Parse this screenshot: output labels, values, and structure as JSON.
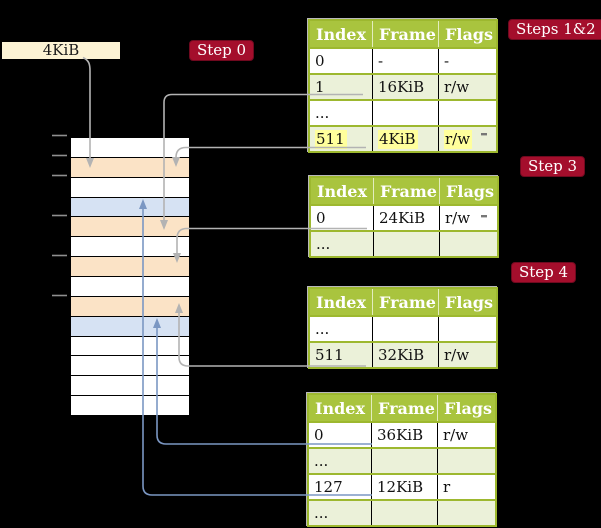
{
  "size_label": "4KiB",
  "badges": {
    "step0": "Step 0",
    "steps12": "Steps 1&2",
    "step3": "Step 3",
    "step4": "Step 4"
  },
  "memory_column": {
    "rows": [
      "white",
      "orange",
      "white",
      "blue",
      "orange",
      "white",
      "orange",
      "white",
      "orange",
      "blue",
      "white",
      "white",
      "white",
      "white"
    ]
  },
  "tables": {
    "headers": [
      "Index",
      "Frame",
      "Flags"
    ],
    "level1": {
      "rows": [
        {
          "index": "0",
          "frame": "-",
          "flags": "-"
        },
        {
          "index": "1",
          "frame": "16KiB",
          "flags": "r/w"
        },
        {
          "index": "...",
          "frame": "",
          "flags": ""
        },
        {
          "index": "511",
          "frame": "4KiB",
          "flags": "r/w"
        }
      ]
    },
    "level2": {
      "rows": [
        {
          "index": "0",
          "frame": "24KiB",
          "flags": "r/w"
        },
        {
          "index": "...",
          "frame": "",
          "flags": ""
        }
      ]
    },
    "level3": {
      "rows": [
        {
          "index": "...",
          "frame": "",
          "flags": ""
        },
        {
          "index": "511",
          "frame": "32KiB",
          "flags": "r/w"
        }
      ]
    },
    "level4": {
      "rows": [
        {
          "index": "0",
          "frame": "36KiB",
          "flags": "r/w"
        },
        {
          "index": "...",
          "frame": "",
          "flags": ""
        },
        {
          "index": "127",
          "frame": "12KiB",
          "flags": "r"
        },
        {
          "index": "...",
          "frame": "",
          "flags": ""
        }
      ]
    }
  },
  "colors": {
    "page-bg": "#000000",
    "cream": "#fcf3d4",
    "badge-red": "#a40e2c",
    "header-green": "#a9c43e",
    "table-green": "#9db82f",
    "row-green": "#ebf1d9",
    "row-orange": "#fbe3c6",
    "row-blue": "#d6e2f3",
    "highlight-yellow": "#ffff9c",
    "arrow-gray": "#b3b3b3",
    "arrow-blue": "#7b97c3"
  }
}
